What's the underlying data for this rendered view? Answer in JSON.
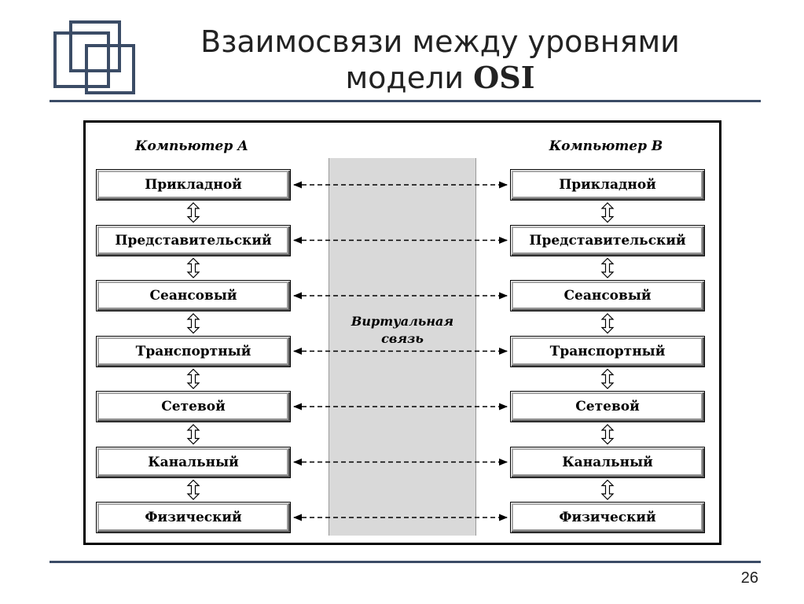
{
  "slide": {
    "title_line1": "Взаимосвязи между уровнями",
    "title_line2_prefix": "модели ",
    "title_line2_bold": "OSI",
    "page_number": "26"
  },
  "diagram": {
    "left_host": "Компьютер А",
    "right_host": "Компьютер В",
    "virtual_line1": "Виртуальная",
    "virtual_line2": "связь",
    "left_layers": [
      "Прикладной",
      "Представительский",
      "Сеансовый",
      "Транспортный",
      "Сетевой",
      "Канальный",
      "Физический"
    ],
    "right_layers": [
      "Прикладной",
      "Представительский",
      "Сеансовый",
      "Транспортный",
      "Сетевой",
      "Канальный",
      "Физический"
    ]
  }
}
